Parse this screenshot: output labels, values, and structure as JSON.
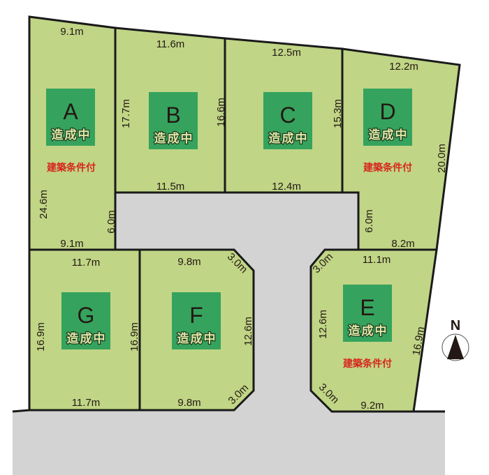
{
  "lots": [
    {
      "id": "A",
      "status": "造成中",
      "condition": "建築条件付",
      "dims": [
        "9.1m",
        "24.6m",
        "6.0m",
        "9.1m"
      ]
    },
    {
      "id": "B",
      "status": "造成中",
      "condition": "",
      "dims": [
        "11.6m",
        "17.7m",
        "16.6m",
        "11.5m"
      ]
    },
    {
      "id": "C",
      "status": "造成中",
      "condition": "",
      "dims": [
        "12.5m",
        "15.3m",
        "12.4m"
      ]
    },
    {
      "id": "D",
      "status": "造成中",
      "condition": "建築条件付",
      "dims": [
        "12.2m",
        "20.0m",
        "6.0m",
        "8.2m"
      ]
    },
    {
      "id": "G",
      "status": "造成中",
      "condition": "",
      "dims": [
        "11.7m",
        "16.9m",
        "16.9m",
        "11.7m"
      ]
    },
    {
      "id": "F",
      "status": "造成中",
      "condition": "",
      "dims": [
        "9.8m",
        "3.0m",
        "12.6m",
        "3.0m",
        "9.8m"
      ]
    },
    {
      "id": "E",
      "status": "造成中",
      "condition": "建築条件付",
      "dims": [
        "11.1m",
        "3.0m",
        "12.6m",
        "3.0m",
        "9.2m",
        "16.9m"
      ]
    }
  ],
  "compass": {
    "label": "N",
    "icon": "north-arrow-icon"
  },
  "colors": {
    "lot": "#c0d585",
    "building_area": "#35a35d",
    "road": "#d3d3d3",
    "condition_text": "#d7261e"
  }
}
